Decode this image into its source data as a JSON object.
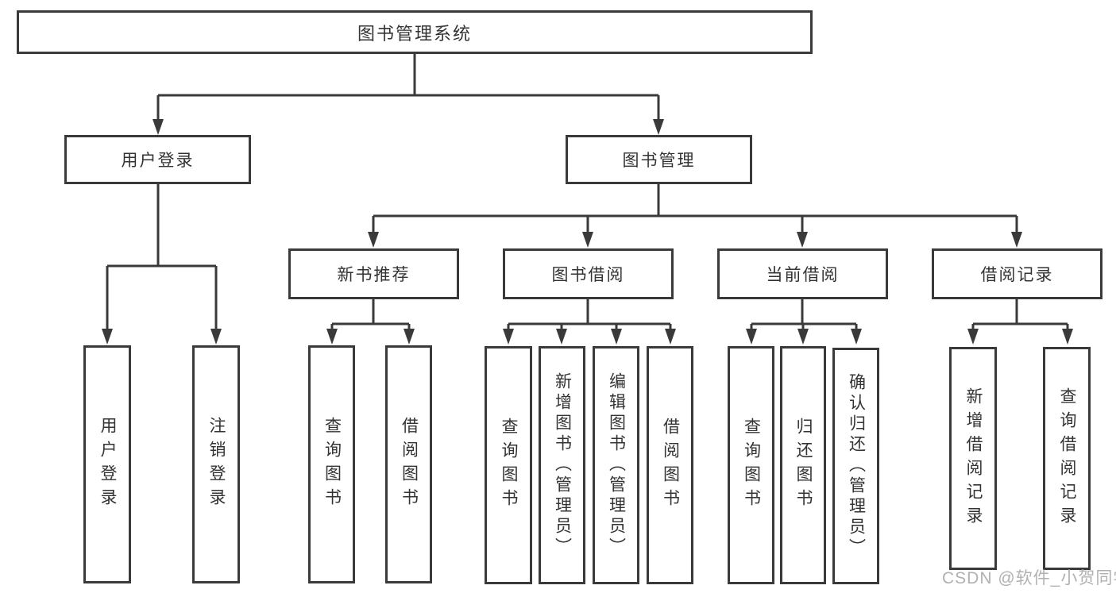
{
  "diagram": {
    "root": "图书管理系统",
    "branches": [
      {
        "label": "用户登录",
        "children": [
          {
            "label": "用户登录"
          },
          {
            "label": "注销登录"
          }
        ]
      },
      {
        "label": "图书管理",
        "children": [
          {
            "label": "新书推荐",
            "children": [
              {
                "label": "查询图书"
              },
              {
                "label": "借阅图书"
              }
            ]
          },
          {
            "label": "图书借阅",
            "children": [
              {
                "label": "查询图书"
              },
              {
                "label": "新增图书（管理员）"
              },
              {
                "label": "编辑图书（管理员）"
              },
              {
                "label": "借阅图书"
              }
            ]
          },
          {
            "label": "当前借阅",
            "children": [
              {
                "label": "查询图书"
              },
              {
                "label": "归还图书"
              },
              {
                "label": "确认归还（管理员）"
              }
            ]
          },
          {
            "label": "借阅记录",
            "children": [
              {
                "label": "新增借阅记录"
              },
              {
                "label": "查询借阅记录"
              }
            ]
          }
        ]
      }
    ]
  },
  "watermark": {
    "text": "CSDN @软件_小贺同学"
  },
  "colors": {
    "line": "#3a3a3a",
    "text": "#333333",
    "background": "#ffffff",
    "watermark": "#b1b1b1"
  }
}
